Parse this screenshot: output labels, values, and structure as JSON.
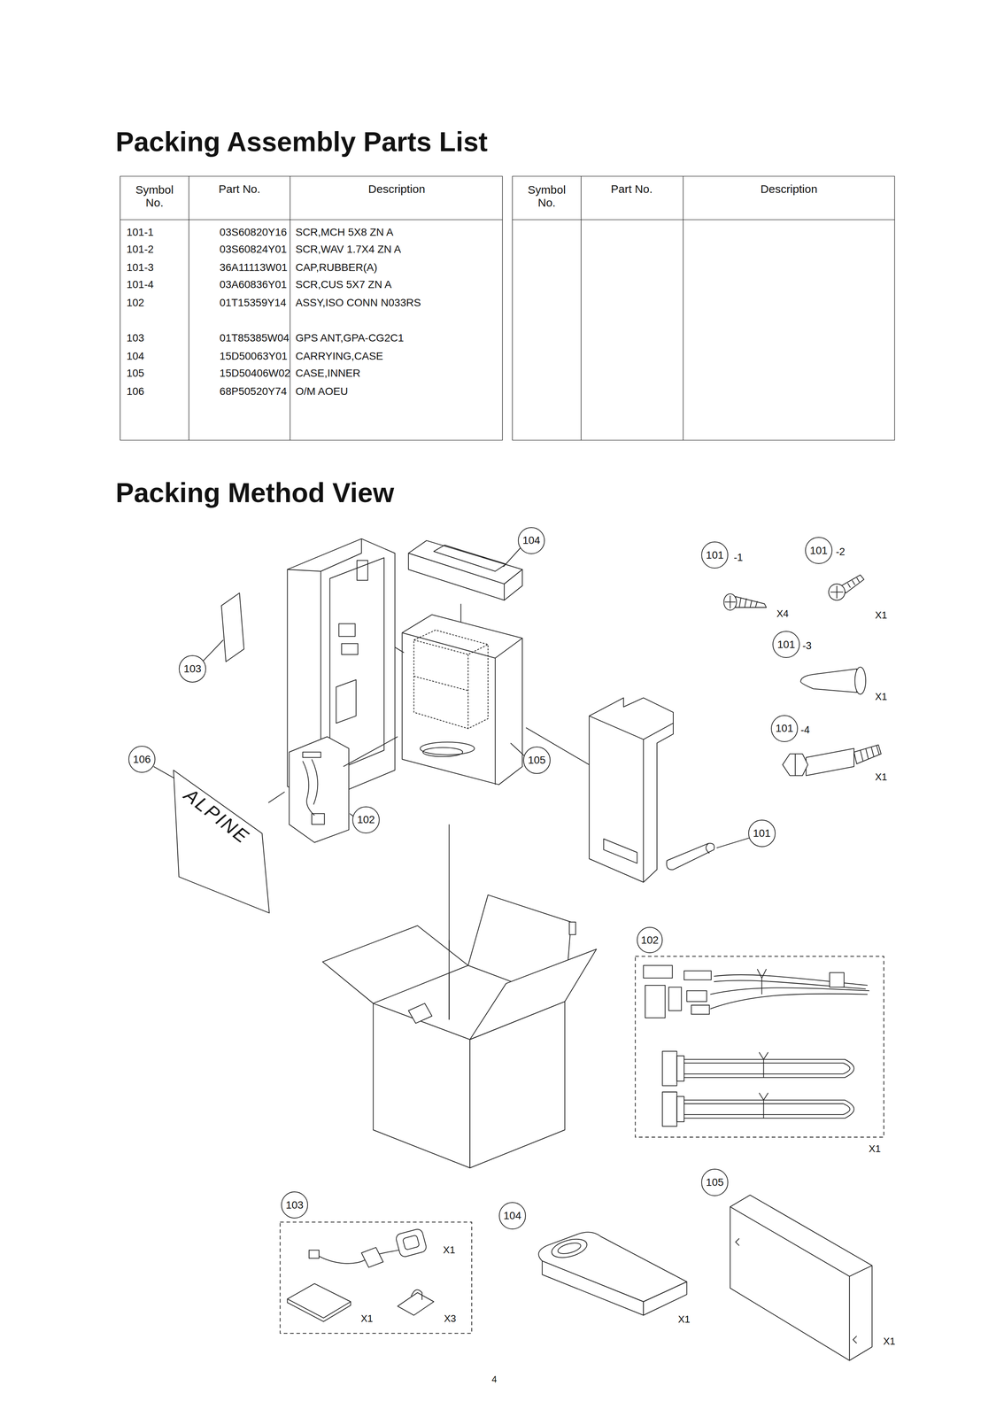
{
  "diagram": {
    "title": "Packing Assembly Parts List",
    "nodes": [
      {
        "text": [
          "104"
        ]
      },
      {
        "text": [
          "101"
        ]
      },
      {
        "text": [
          "101"
        ]
      },
      {
        "text": [
          "101"
        ]
      },
      {
        "text": [
          "103"
        ]
      },
      {
        "text": [
          "101"
        ]
      },
      {
        "text": [
          "106"
        ]
      },
      {
        "text": [
          "105"
        ]
      },
      {
        "text": [
          "102"
        ]
      },
      {
        "text": [
          "101"
        ]
      },
      {
        "text": [
          "102"
        ]
      },
      {
        "text": [
          "105"
        ]
      },
      {
        "text": [
          "103"
        ]
      },
      {
        "text": [
          "104"
        ]
      }
    ],
    "labels": [
      "Symbol No.",
      "Part No.",
      "Description",
      "Symbol No.",
      "Part No.",
      "Description",
      "101-1",
      "03S60820Y16",
      "SCR,MCH 5X8 ZN A",
      "101-2",
      "03S60824Y01",
      "SCR,WAV 1.7X4 ZN A",
      "101-3",
      "36A11113W01",
      "CAP,RUBBER(A)",
      "101-4",
      "03A60836Y01",
      "SCR,CUS 5X7 ZN A",
      "102",
      "01T15359Y14",
      "ASSY,ISO CONN N033RS",
      "103",
      "01T85385W04",
      "GPS ANT,GPA-CG2C1",
      "104",
      "15D50063Y01",
      "CARRYING,CASE",
      "105",
      "15D50406W02",
      "CASE,INNER",
      "106",
      "68P50520Y74",
      "O/M AOEU",
      "Packing Method View",
      "-1",
      "-2",
      "-3",
      "-4",
      "X4",
      "X1",
      "X1",
      "X1",
      "ALPINE",
      "X1",
      "X1",
      "X1",
      "X3",
      "X1",
      "X1",
      "4"
    ]
  }
}
